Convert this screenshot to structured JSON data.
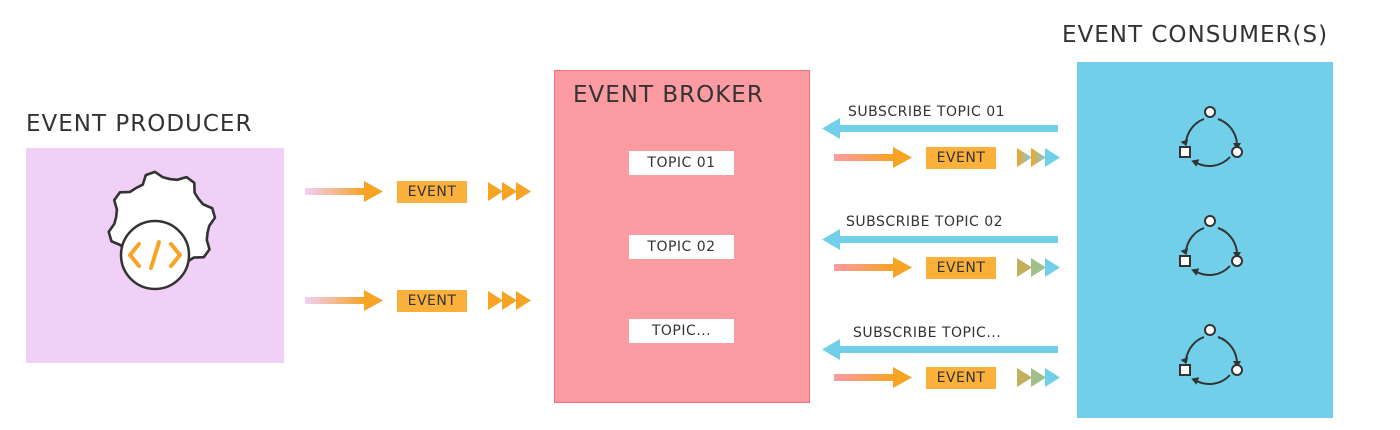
{
  "producer": {
    "title": "EVENT PRODUCER",
    "event_labels": [
      "EVENT",
      "EVENT"
    ]
  },
  "broker": {
    "title": "EVENT BROKER",
    "topics": [
      "TOPIC 01",
      "TOPIC 02",
      "TOPIC..."
    ]
  },
  "consumer": {
    "title": "EVENT CONSUMER(S)",
    "subscriptions": [
      "SUBSCRIBE TOPIC 01",
      "SUBSCRIBE TOPIC 02",
      "SUBSCRIBE TOPIC..."
    ],
    "event_labels": [
      "EVENT",
      "EVENT",
      "EVENT"
    ]
  },
  "icons": [
    "gear-code-icon",
    "cycle-icon"
  ],
  "colors": {
    "producer_fill": "#f0d0f7",
    "broker_fill": "#fd9ba2",
    "consumer_fill": "#72cfe9",
    "event_tag": "#fbb03b",
    "subscribe_arrow": "#72cfe9",
    "gear_code": "#f7a324"
  }
}
